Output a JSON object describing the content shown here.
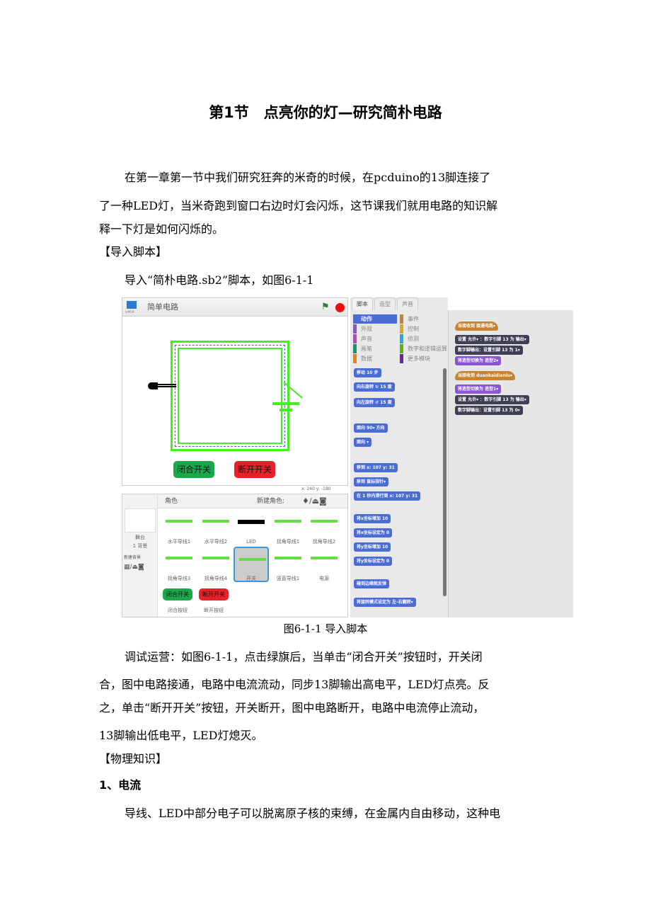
{
  "title": "第1节　点亮你的灯—研究简朴电路",
  "intro": [
    "在第一章第一节中我们研究狂奔的米奇的时候，在pcduino的13脚连接了",
    "了一种LED灯，当米奇跑到窗口右边时灯会闪烁，这节课我们就用电路的知识解",
    "释一下灯是如何闪烁的。"
  ],
  "section_import": "【导入脚本】",
  "import_line": "导入“简朴电路.sb2”脚本，如图6-1-1",
  "screenshot": {
    "project_title": "简单电路",
    "version": "v404",
    "stage_buttons": [
      "闭合开关",
      "断开开关"
    ],
    "coords": "x: 240  y: -180",
    "sprites_label": "角色",
    "new_sprite": "新建角色:",
    "stage_label": "舞台",
    "backdrops": "1 背景",
    "new_backdrop": "新建背景",
    "sprites": [
      "水平导线1",
      "水平导线2",
      "LED",
      "拐角导线1",
      "拐角导线2",
      "拐角导线3",
      "拐角导线4",
      "开关",
      "竖直导线1",
      "电源",
      "闭合按钮",
      "断开按钮"
    ],
    "button_sprites": [
      "闭合开关",
      "断开开关"
    ],
    "tabs": [
      "脚本",
      "造型",
      "声音"
    ],
    "categories": [
      "动作",
      "事件",
      "外观",
      "控制",
      "声音",
      "侦测",
      "画笔",
      "数字和逻辑运算",
      "数据",
      "更多模块"
    ],
    "blocks": [
      "移动 10 步",
      "向右旋转 ↻ 15 度",
      "向左旋转 ↺ 15 度",
      "面向 90▾ 方向",
      "面向 ▾",
      "移到 x: 107 y: 31",
      "移到 鼠标指针▾",
      "在 1 秒内滑行到 x: 107 y: 31",
      "将x坐标增加 10",
      "将x坐标设定为 0",
      "将y坐标增加 10",
      "将y坐标设定为 0",
      "碰到边缘就反弹",
      "将旋转模式设定为 左-右翻转▾"
    ],
    "script1": [
      "当接收到 接通电路▾",
      "设置 允许▾ ：数字引脚 13 为 输出▾",
      "数字脚输出：设置引脚 13 为 1▾",
      "将造型切换为 造型2▾"
    ],
    "script2": [
      "当接收到 duankaidianlu▾",
      "将造型切换为 造型1▾",
      "设置 允许▾ ：数字引脚 13 为 输出▾",
      "数字脚输出：设置引脚 13 为 0▾"
    ]
  },
  "caption": "图6-1-1  导入脚本",
  "debug": [
    "调试运营：如图6-1-1，点击绿旗后，当单击“闭合开关”按钮时，开关闭",
    "合，图中电路接通，电路中电流流动，同步13脚输出高电平，LED灯点亮。反",
    "之，单击“断开开关”按钮，开关断开，图中电路断开，电路中电流停止流动，",
    "13脚输出低电平，LED灯熄灭。"
  ],
  "section_physics": "【物理知识】",
  "sub_current": "1、电流",
  "current_text": "导线、LED中部分电子可以脱离原子核的束缚，在金属内自由移动，这种电"
}
